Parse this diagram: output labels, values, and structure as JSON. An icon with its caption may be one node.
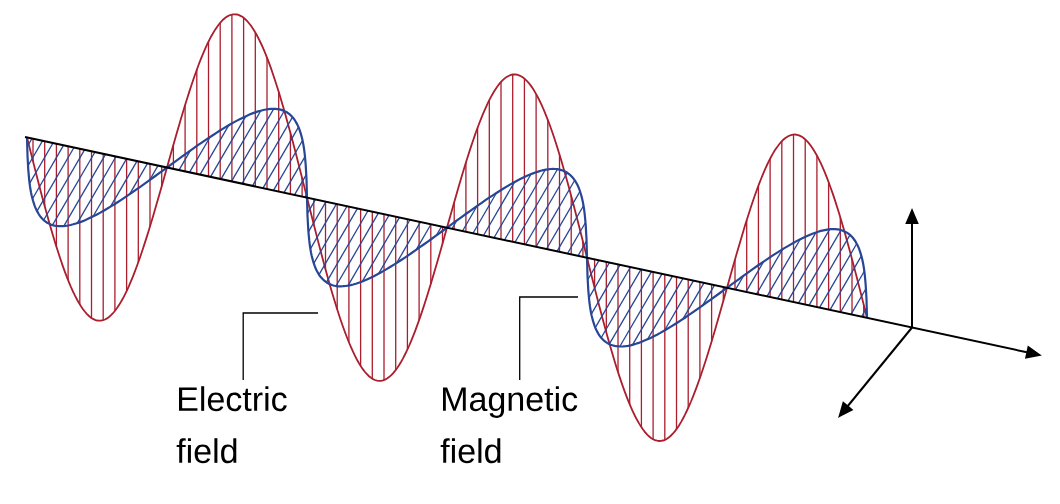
{
  "diagram": {
    "nodes": [
      {
        "text": [
          "Electric field"
        ]
      },
      {
        "text": [
          "Magnetic field"
        ]
      }
    ],
    "edges": [
      {
        "from": 0,
        "to": null,
        "arrow": "none"
      },
      {
        "from": 1,
        "to": null,
        "arrow": "none"
      }
    ]
  }
}
